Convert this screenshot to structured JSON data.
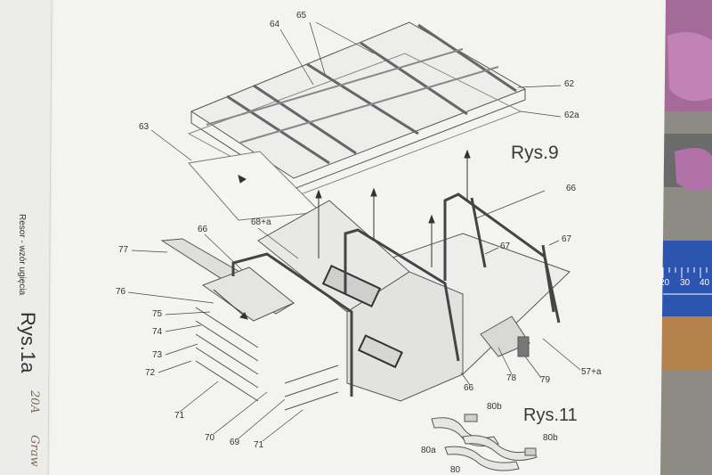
{
  "figures": {
    "rys9": "Rys.9",
    "rys11": "Rys.11",
    "rys1a": "Rys.1a"
  },
  "side_text": "Resor - wzór ugięcia",
  "handwriting": [
    "20A",
    "Graw"
  ],
  "ruler_numbers": [
    "20",
    "30",
    "40"
  ],
  "part_labels": {
    "p62": "62",
    "p62a": "62a",
    "p63": "63",
    "p64": "64",
    "p65": "65",
    "p66a": "66",
    "p66b": "66",
    "p66c": "66",
    "p67a": "67",
    "p67b": "67",
    "p68a": "68+a",
    "p69": "69",
    "p70": "70",
    "p71a": "71",
    "p71b": "71",
    "p72": "72",
    "p73": "73",
    "p74": "74",
    "p75": "75",
    "p76": "76",
    "p77": "77",
    "p78": "78",
    "p79": "79",
    "p57a": "57+a",
    "p80a": "80a",
    "p80b1": "80b",
    "p80b2": "80b",
    "p80": "80"
  }
}
